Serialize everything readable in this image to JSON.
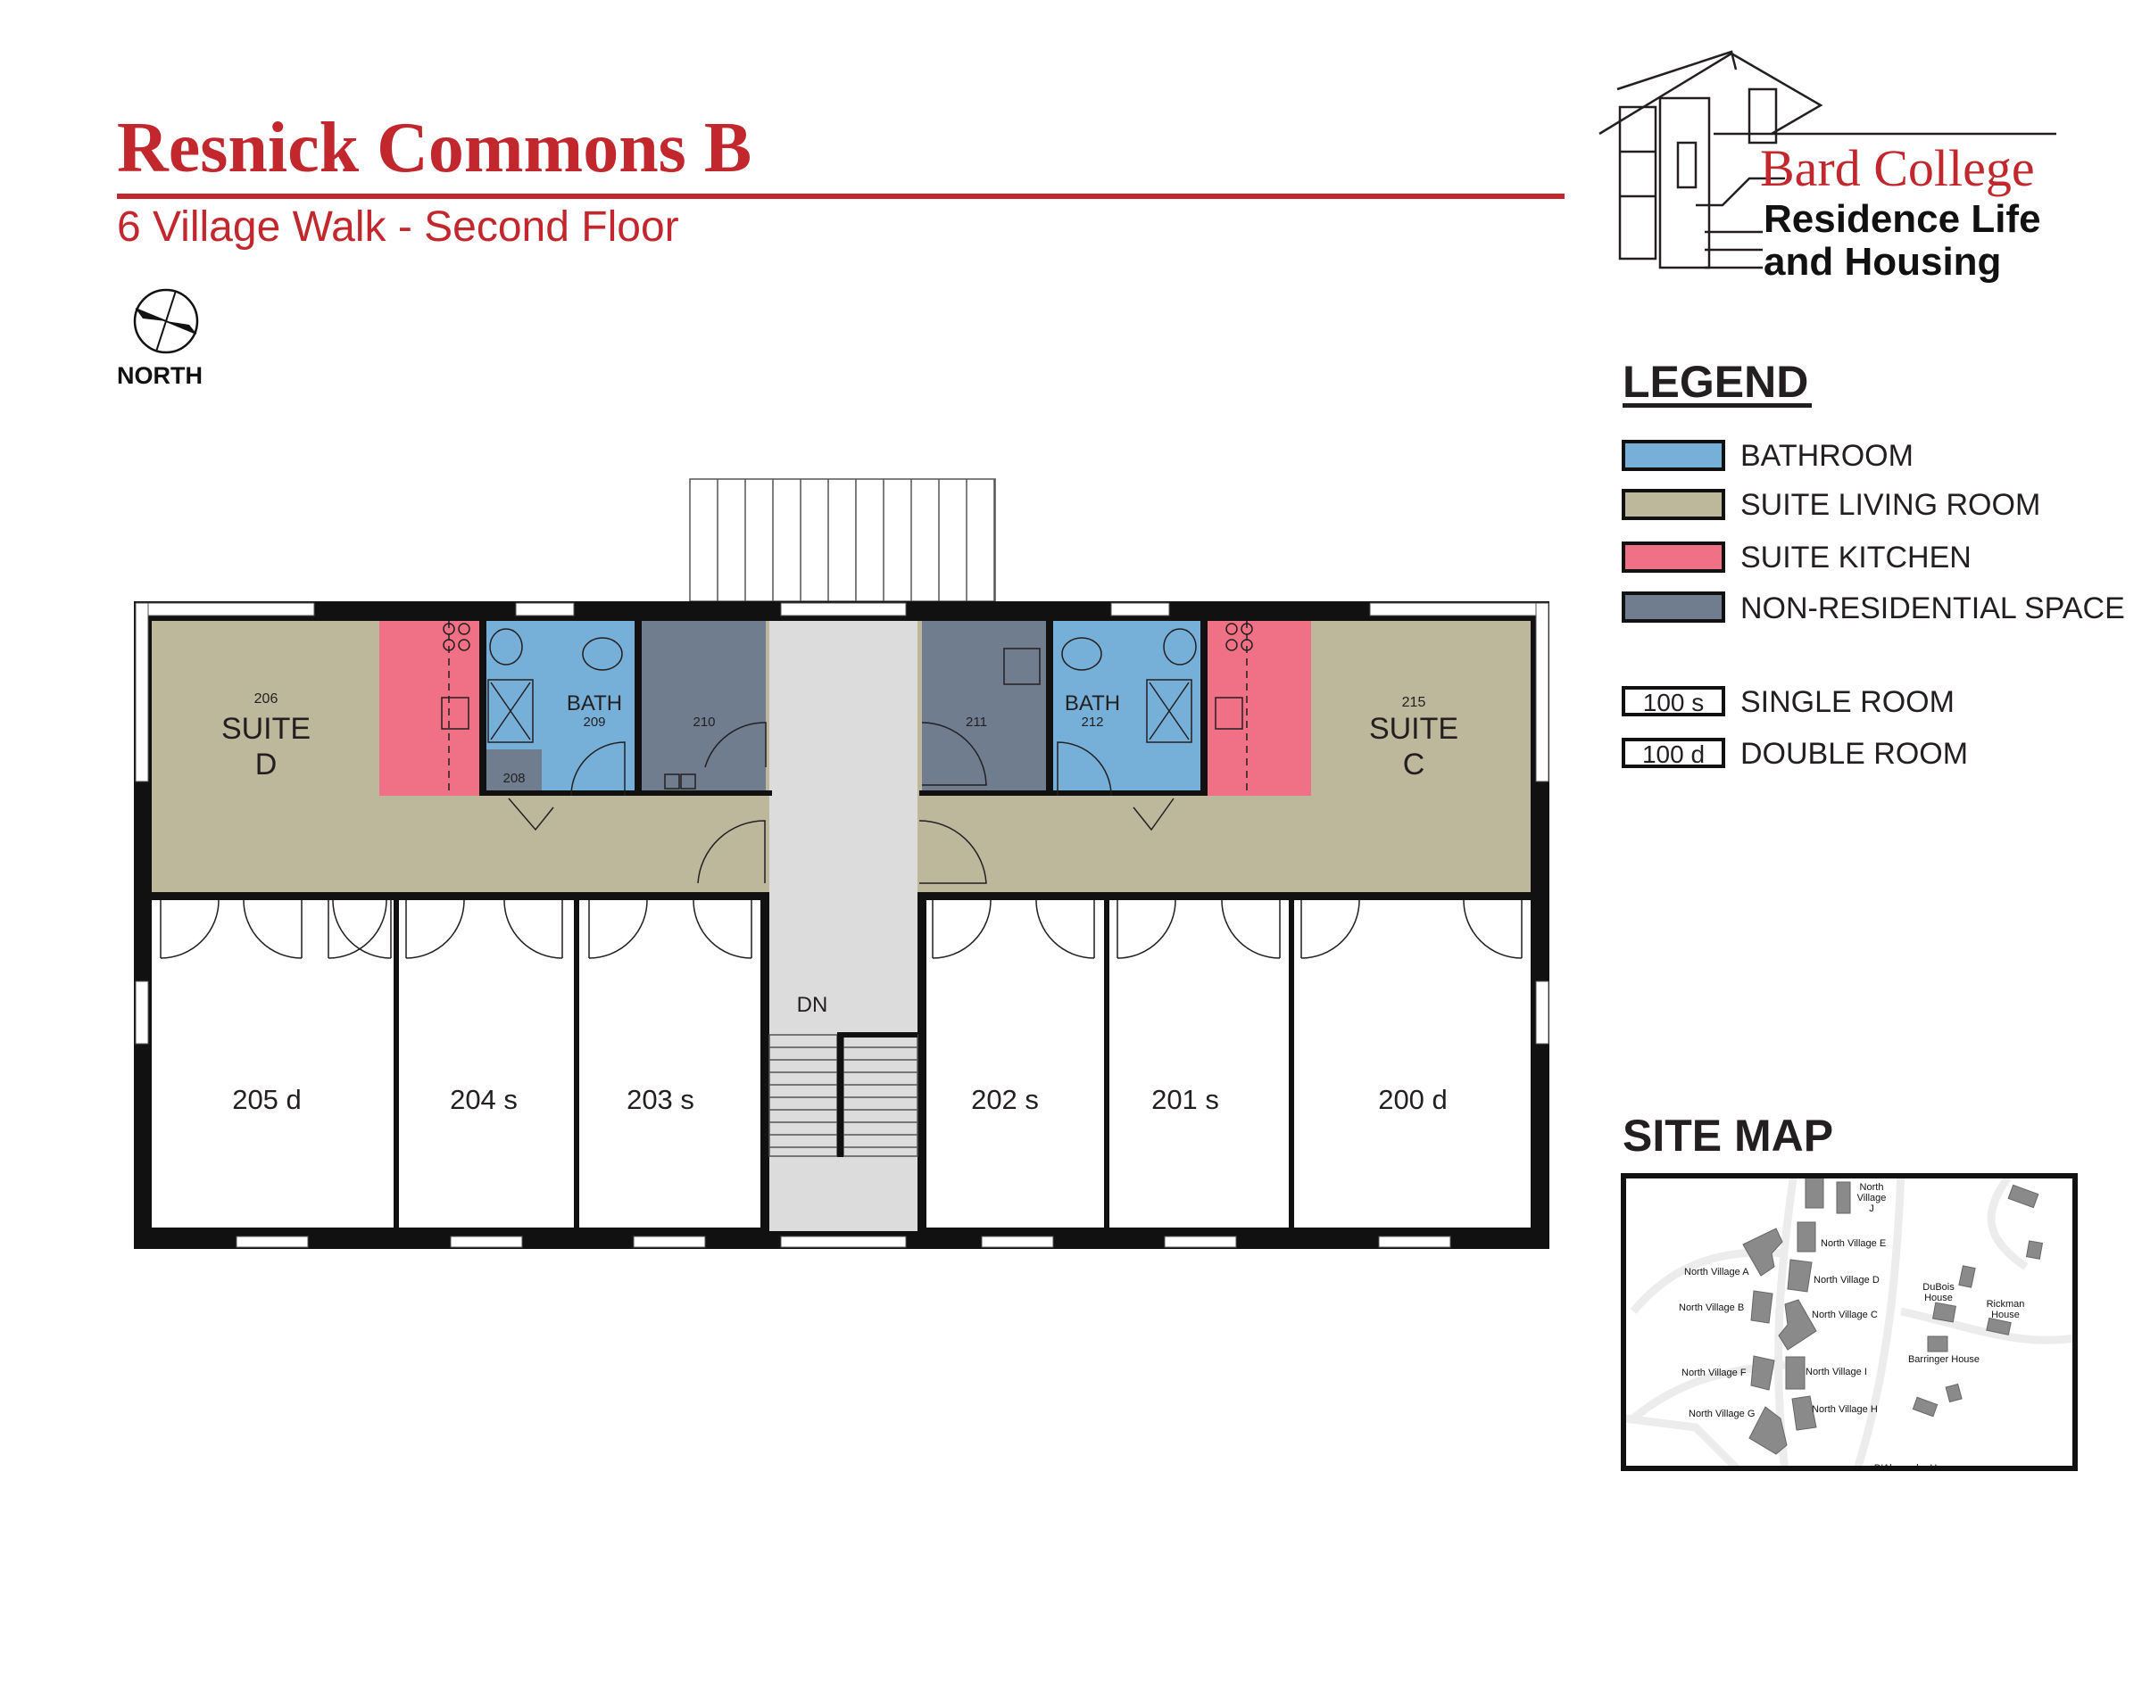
{
  "header": {
    "title": "Resnick Commons B",
    "subtitle": "6 Village Walk - Second Floor",
    "north_label": "NORTH"
  },
  "logo": {
    "line1": "Bard College",
    "line2": "Residence Life",
    "line3": "and Housing"
  },
  "legend": {
    "title": "LEGEND",
    "items": [
      {
        "label": "BATHROOM",
        "color": "#76b0d8"
      },
      {
        "label": "SUITE LIVING ROOM",
        "color": "#bdb79c"
      },
      {
        "label": "SUITE KITCHEN",
        "color": "#f07185"
      },
      {
        "label": "NON-RESIDENTIAL SPACE",
        "color": "#6f7d8e"
      }
    ],
    "room_types": [
      {
        "sample": "100 s",
        "label": "SINGLE ROOM"
      },
      {
        "sample": "100 d",
        "label": "DOUBLE ROOM"
      }
    ]
  },
  "site_map": {
    "title": "SITE MAP",
    "labels": {
      "nvj1": "North",
      "nvj2": "Village",
      "nvj3": "J",
      "nve": "North Village E",
      "nva": "North Village A",
      "nvd": "North Village D",
      "nvb": "North Village B",
      "nvc": "North Village C",
      "nvf": "North Village F",
      "nvi": "North Village I",
      "nvg": "North Village G",
      "nvh": "North Village H",
      "dubois1": "DuBois",
      "dubois2": "House",
      "rickman1": "Rickman",
      "rickman2": "House",
      "barringer": "Barringer House",
      "dalexander": "D'Alexander House"
    }
  },
  "floorplan": {
    "suite_d": {
      "number": "206",
      "name": "SUITE",
      "letter": "D"
    },
    "suite_c": {
      "number": "215",
      "name": "SUITE",
      "letter": "C"
    },
    "bath_209": {
      "name": "BATH",
      "number": "209"
    },
    "bath_212": {
      "name": "BATH",
      "number": "212"
    },
    "room_208": "208",
    "room_210": "210",
    "room_211": "211",
    "stairs": "DN",
    "rooms": [
      "205 d",
      "204 s",
      "203 s",
      "202 s",
      "201 s",
      "200 d"
    ]
  },
  "colors": {
    "brand_red": "#c1272d",
    "living": "#bdb79c",
    "kitchen": "#f07185",
    "bath": "#76b0d8",
    "nonres": "#6f7d8e",
    "corridor": "#dcdcdc"
  }
}
